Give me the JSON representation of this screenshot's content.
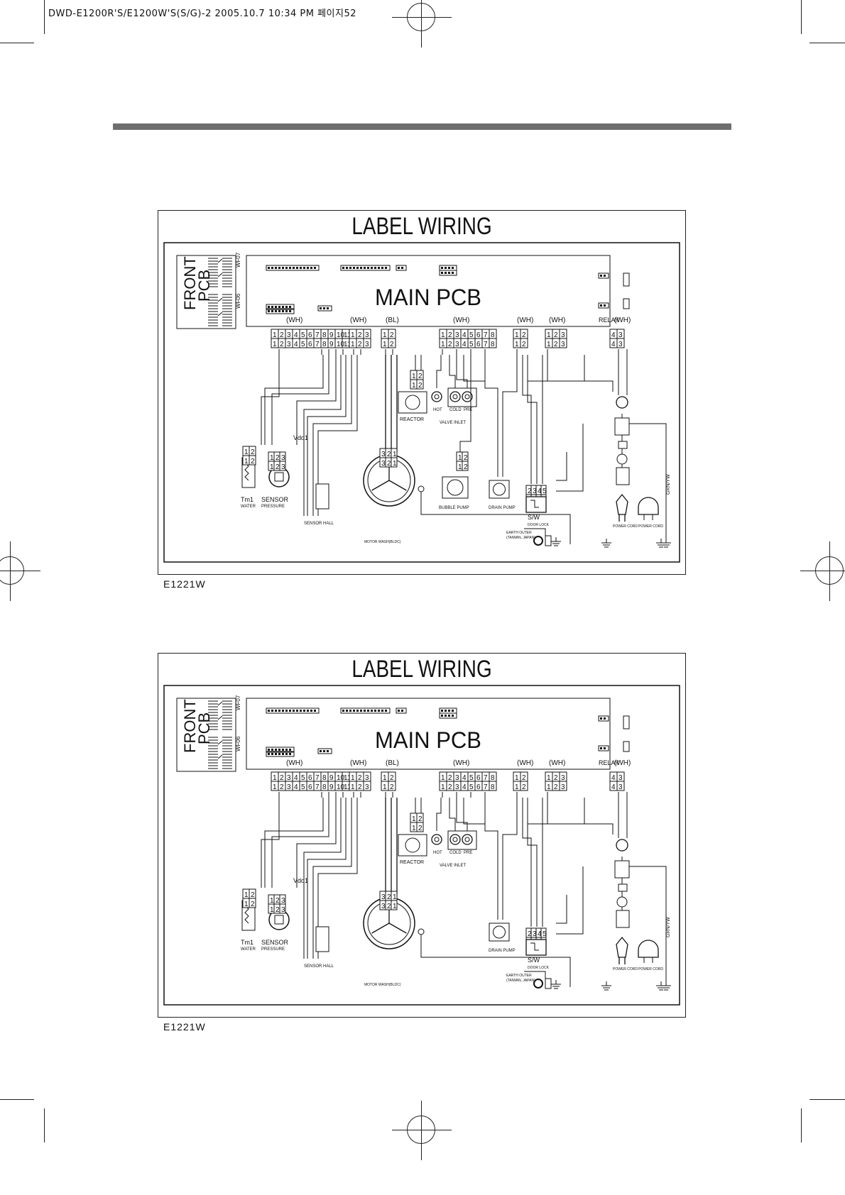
{
  "page_header": "DWD-E1200R'S/E1200W'S(S/G)-2  2005.10.7 10:34 PM 페이지52",
  "diagrams": [
    {
      "title": "LABEL WIRING",
      "model": "E1221W",
      "front_pcb": [
        "FRONT",
        "PCB"
      ],
      "main_pcb": "MAIN PCB",
      "connector_colors": [
        "(WH)",
        "(WH)",
        "(BL)",
        "(WH)",
        "(WH)",
        "(WH)",
        "(WH)"
      ],
      "relay_label": "RELAY",
      "connector_numbers": [
        "1 2 3 4 5 6 7 8 9 10 11 12",
        "1 2 3",
        "1 2",
        "1 2 3 4 5 6 7 8",
        "1 2",
        "1 2 3",
        "4 3"
      ],
      "components": {
        "reactor": "REACTOR",
        "valve_inlet": "VALVE INLET",
        "valve_labels": [
          "HOT",
          "COLD",
          "PRE"
        ],
        "vdd": "Vdd1",
        "tm": "Tm1",
        "water": "WATER",
        "sensor": "SENSOR",
        "pressure": "PRESSURE",
        "sensor_hall": "SENSOR HALL",
        "motor": "MOTOR WASH(BLDC)",
        "bubble_pump": "BUBBLE PUMP",
        "drain_pump": "DRAIN PUMP",
        "sw": "S/W",
        "door_lock": "DOOR LOCK",
        "grn_yw": "GRN/YW",
        "earth_outer": "EARTH OUTER",
        "earth_sub": "(TAIWAN, JAPAN)",
        "power_cord": "POWER CORD"
      }
    },
    {
      "title": "LABEL WIRING",
      "model": "E1221W",
      "front_pcb": [
        "FRONT",
        "PCB"
      ],
      "main_pcb": "MAIN PCB",
      "connector_colors": [
        "(WH)",
        "(WH)",
        "(BL)",
        "(WH)",
        "(WH)",
        "(WH)",
        "(WH)"
      ],
      "relay_label": "RELAY",
      "connector_numbers": [
        "1 2 3 4 5 6 7 8 9 10 11 12",
        "1 2 3",
        "1 2",
        "1 2 3 4 5 6 7 8",
        "1 2",
        "1 2 3",
        "4 3"
      ],
      "components": {
        "reactor": "REACTOR",
        "valve_inlet": "VALVE INLET",
        "valve_labels": [
          "HOT",
          "COLD",
          "PRE"
        ],
        "vdd": "Vdd1",
        "tm": "Tm1",
        "water": "WATER",
        "sensor": "SENSOR",
        "pressure": "PRESSURE",
        "sensor_hall": "SENSOR HALL",
        "motor": "MOTOR WASH(BLDC)",
        "bubble_pump": "",
        "drain_pump": "DRAIN PUMP",
        "sw": "S/W",
        "door_lock": "DOOR LOCK",
        "grn_yw": "GRN/YW",
        "earth_outer": "EARTH OUTER",
        "earth_sub": "(TAIWAN, JAPAN)",
        "power_cord": "POWER CORD"
      }
    }
  ]
}
